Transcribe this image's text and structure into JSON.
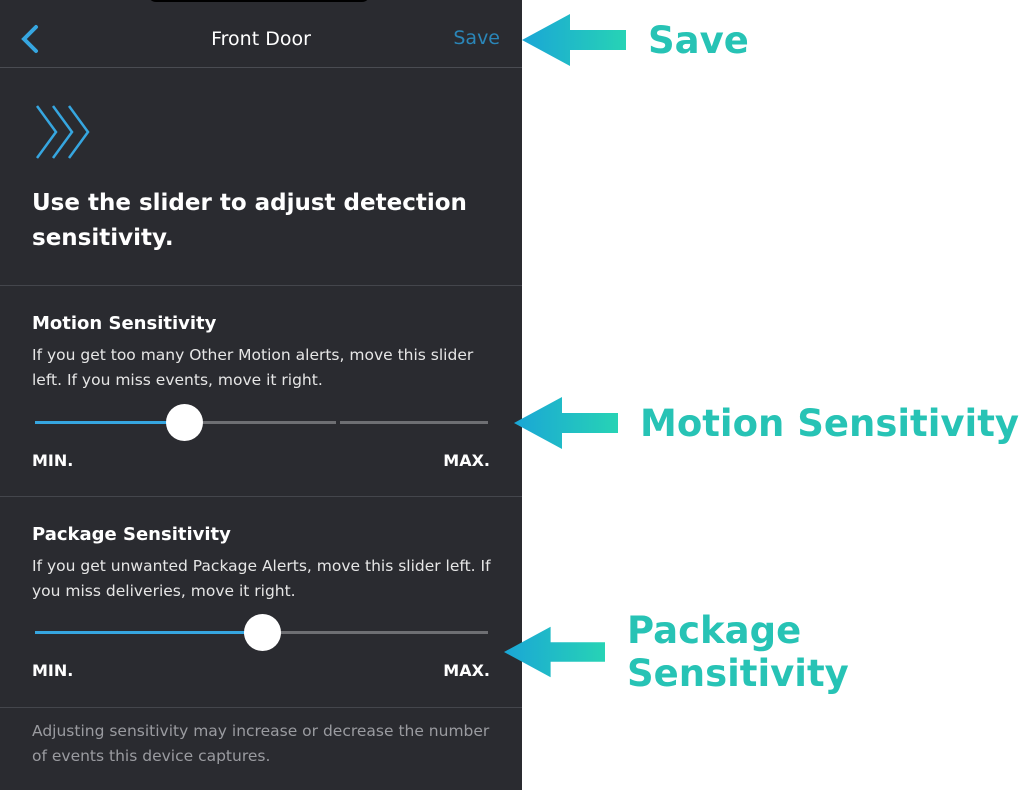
{
  "header": {
    "title": "Front Door",
    "save_label": "Save"
  },
  "intro": "Use the slider to adjust detection sensitivity.",
  "motion": {
    "title": "Motion Sensitivity",
    "description": "If you get too many Other Motion alerts, move this slider left. If you miss events, move it right.",
    "value": 0.33,
    "min_label": "MIN.",
    "max_label": "MAX."
  },
  "package": {
    "title": "Package Sensitivity",
    "description": "If you get unwanted Package Alerts, move this slider left. If you miss deliveries, move it right.",
    "value": 0.5,
    "min_label": "MIN.",
    "max_label": "MAX."
  },
  "footer": "Adjusting sensitivity may increase or decrease the number of events this device captures.",
  "annotations": {
    "save": "Save",
    "motion": "Motion Sensitivity",
    "package": "Package Sensitivity"
  },
  "colors": {
    "accent": "#36a6e0",
    "annotation": "#27c3b5",
    "background": "#2a2b30"
  }
}
